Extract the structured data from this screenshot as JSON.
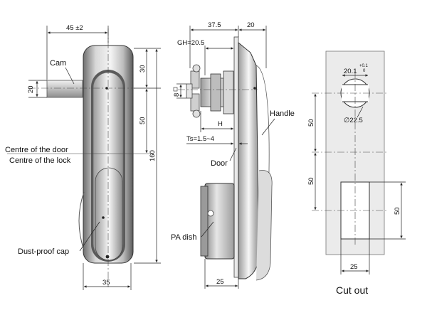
{
  "labels": {
    "cam": "Cam",
    "centre_door": "Centre of the door",
    "centre_lock": "Centre of the lock",
    "dust_cap": "Dust-proof cap",
    "handle": "Handle",
    "door": "Door",
    "pa_dish": "PA dish",
    "cut_out": "Cut out"
  },
  "dimensions": {
    "front_width_top": "45 ±2",
    "cam_height": "20",
    "upper_30": "30",
    "mid_50": "50",
    "total_160": "160",
    "bottom_35": "35",
    "side_37_5": "37.5",
    "side_20": "20",
    "gh": "GH=20.5",
    "square_8": "8",
    "h": "H",
    "ts": "Ts=1.5~4",
    "side_25": "25",
    "cut_20_1": "20.1",
    "cut_tol_plus": "+0.1",
    "cut_tol_zero": "0",
    "cut_dia": "∅22.5",
    "cut_50_a": "50",
    "cut_50_b": "50",
    "cut_50_right": "50",
    "cut_25": "25"
  }
}
